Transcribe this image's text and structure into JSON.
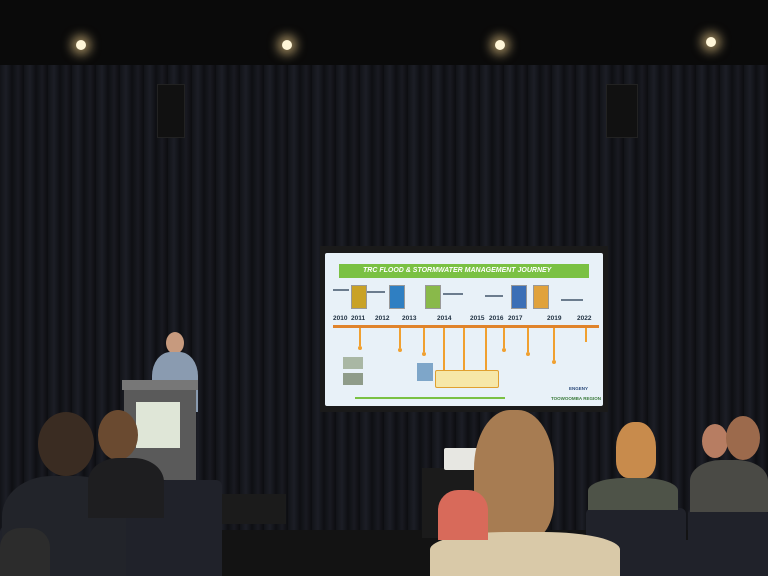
{
  "slide": {
    "title": "TRC FLOOD & STORMWATER MANAGEMENT JOURNEY",
    "years": [
      "2010",
      "2011",
      "2012",
      "2013",
      "2014",
      "2015",
      "2016",
      "2017",
      "2019",
      "2022"
    ],
    "logos": [
      "ENGENY",
      "TOOWOOMBA REGION"
    ]
  },
  "lectern": {
    "sign_text": ""
  }
}
